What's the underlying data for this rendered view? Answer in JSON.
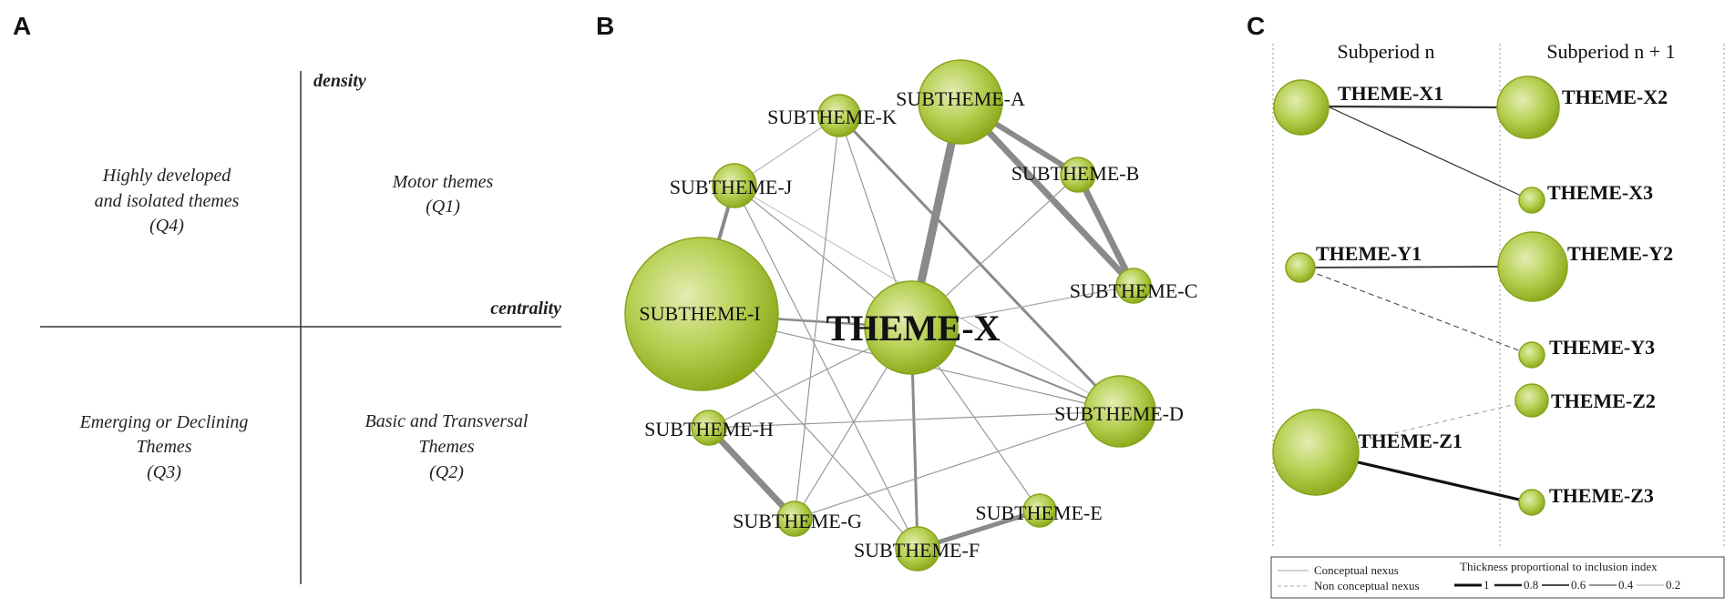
{
  "panels": {
    "a": {
      "letter": "A"
    },
    "b": {
      "letter": "B"
    },
    "c": {
      "letter": "C"
    }
  },
  "quadrant": {
    "y_axis_label": "density",
    "x_axis_label": "centrality",
    "q4": [
      "Highly developed",
      "and isolated themes",
      "(Q4)"
    ],
    "q1": [
      "Motor themes",
      "(Q1)"
    ],
    "q3": [
      "Emerging or Declining",
      "Themes",
      "(Q3)"
    ],
    "q2": [
      "Basic and Transversal",
      "Themes",
      "(Q2)"
    ]
  },
  "network": {
    "center": "THEME-X",
    "subthemes": {
      "a": "SUBTHEME-A",
      "b": "SUBTHEME-B",
      "c": "SUBTHEME-C",
      "d": "SUBTHEME-D",
      "e": "SUBTHEME-E",
      "f": "SUBTHEME-F",
      "g": "SUBTHEME-G",
      "h": "SUBTHEME-H",
      "i": "SUBTHEME-I",
      "j": "SUBTHEME-J",
      "k": "SUBTHEME-K"
    },
    "node_color": "#9bb824"
  },
  "evolution": {
    "col1": "Subperiod n",
    "col2": "Subperiod n + 1",
    "themes": {
      "x1": "THEME-X1",
      "x2": "THEME-X2",
      "x3": "THEME-X3",
      "y1": "THEME-Y1",
      "y2": "THEME-Y2",
      "y3": "THEME-Y3",
      "z1": "THEME-Z1",
      "z2": "THEME-Z2",
      "z3": "THEME-Z3"
    },
    "legend": {
      "conceptual": "Conceptual nexus",
      "non_conceptual": "Non conceptual nexus",
      "thickness_title": "Thickness proportional to inclusion index",
      "scale": [
        "1",
        "0.8",
        "0.6",
        "0.4",
        "0.2"
      ]
    }
  }
}
